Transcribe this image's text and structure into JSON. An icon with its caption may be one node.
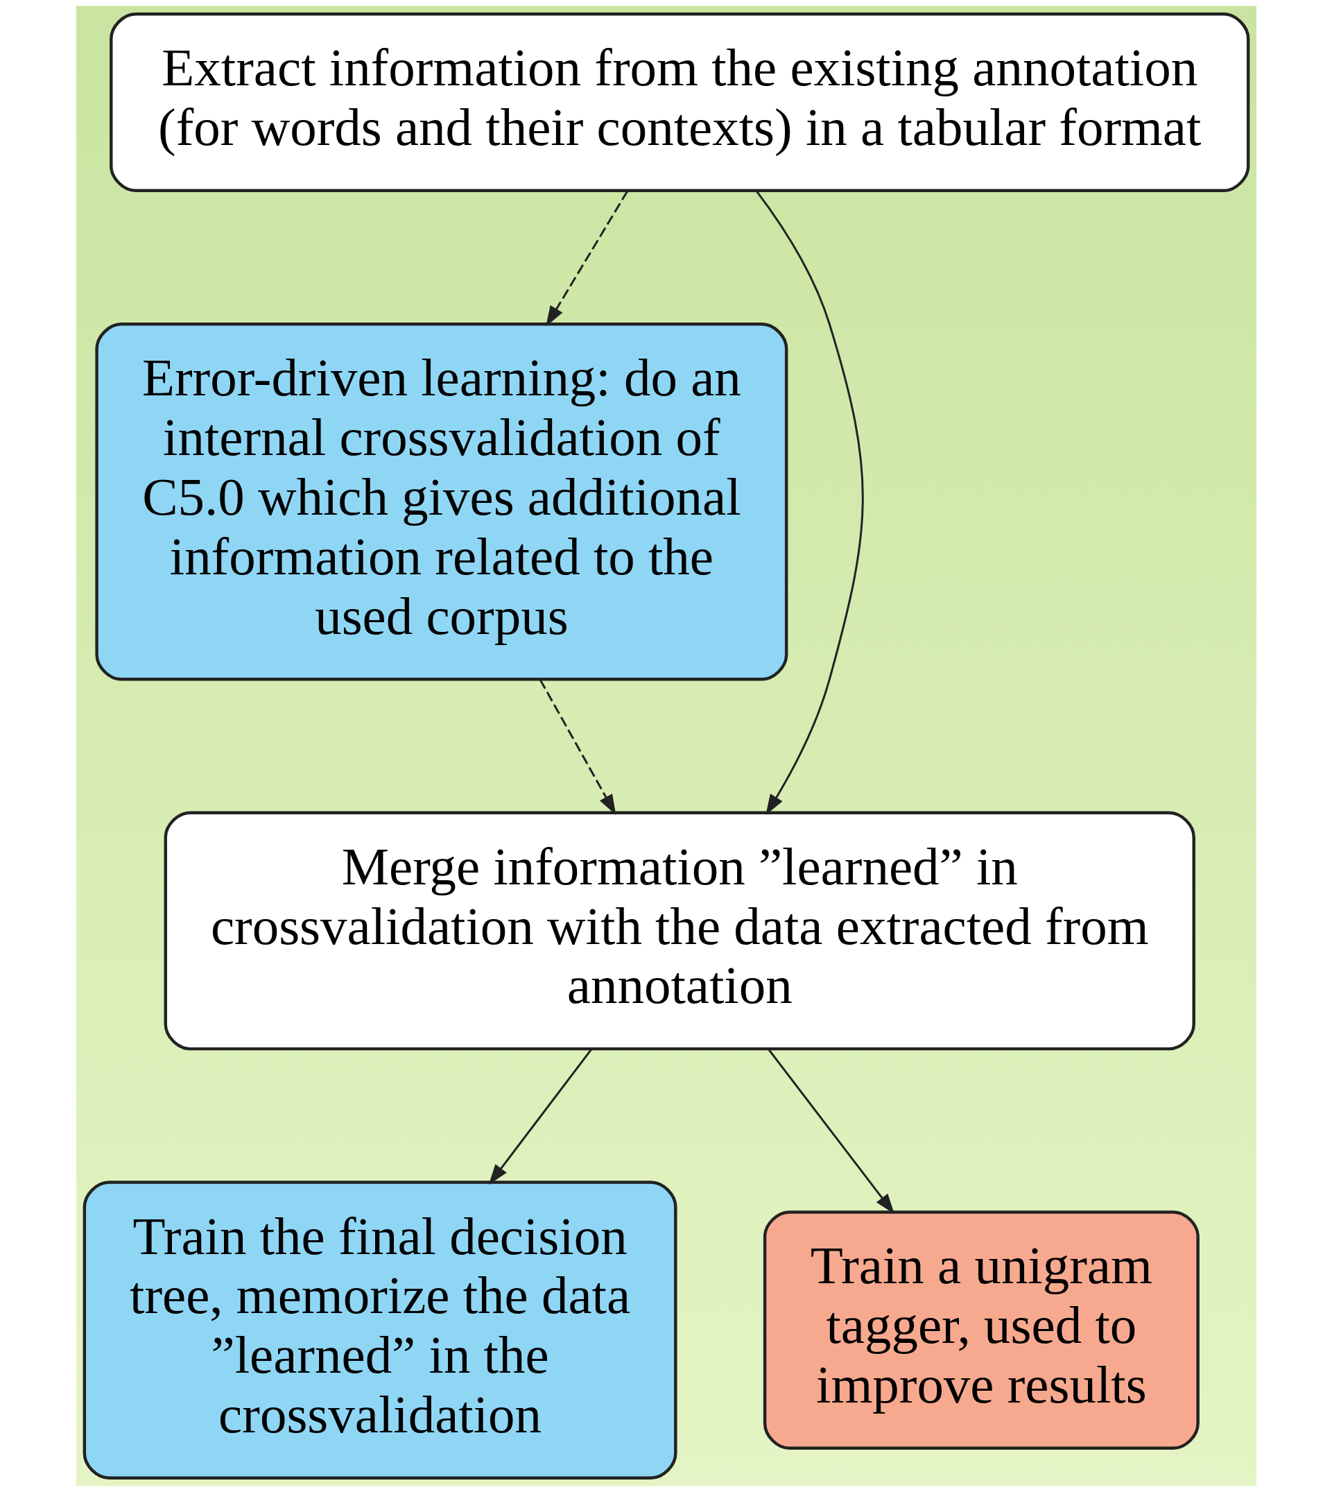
{
  "diagram": {
    "nodes": [
      {
        "text": [
          "Extract information from the existing annotation (for words and their contexts) in a tabular format"
        ]
      },
      {
        "text": [
          "Error-driven learning: do an internal crossvalidation of C5.0 which gives additional information related to the used corpus"
        ]
      },
      {
        "text": [
          "Merge information ”learned” in crossvalidation with the data extracted from annotation"
        ]
      },
      {
        "text": [
          "Train the final decision tree, memorize the data ”learned” in the crossvalidation"
        ]
      },
      {
        "text": [
          "Train a unigram tagger, used to improve results"
        ]
      }
    ],
    "edges": [
      {
        "from": 0,
        "to": 2,
        "arrow": "to"
      },
      {
        "from": 0,
        "to": 1,
        "arrow": "to",
        "style": "dashed"
      },
      {
        "from": 1,
        "to": 2,
        "arrow": "to",
        "style": "dashed"
      },
      {
        "from": 2,
        "to": 3,
        "arrow": "to"
      },
      {
        "from": 2,
        "to": 4,
        "arrow": "to"
      }
    ]
  }
}
